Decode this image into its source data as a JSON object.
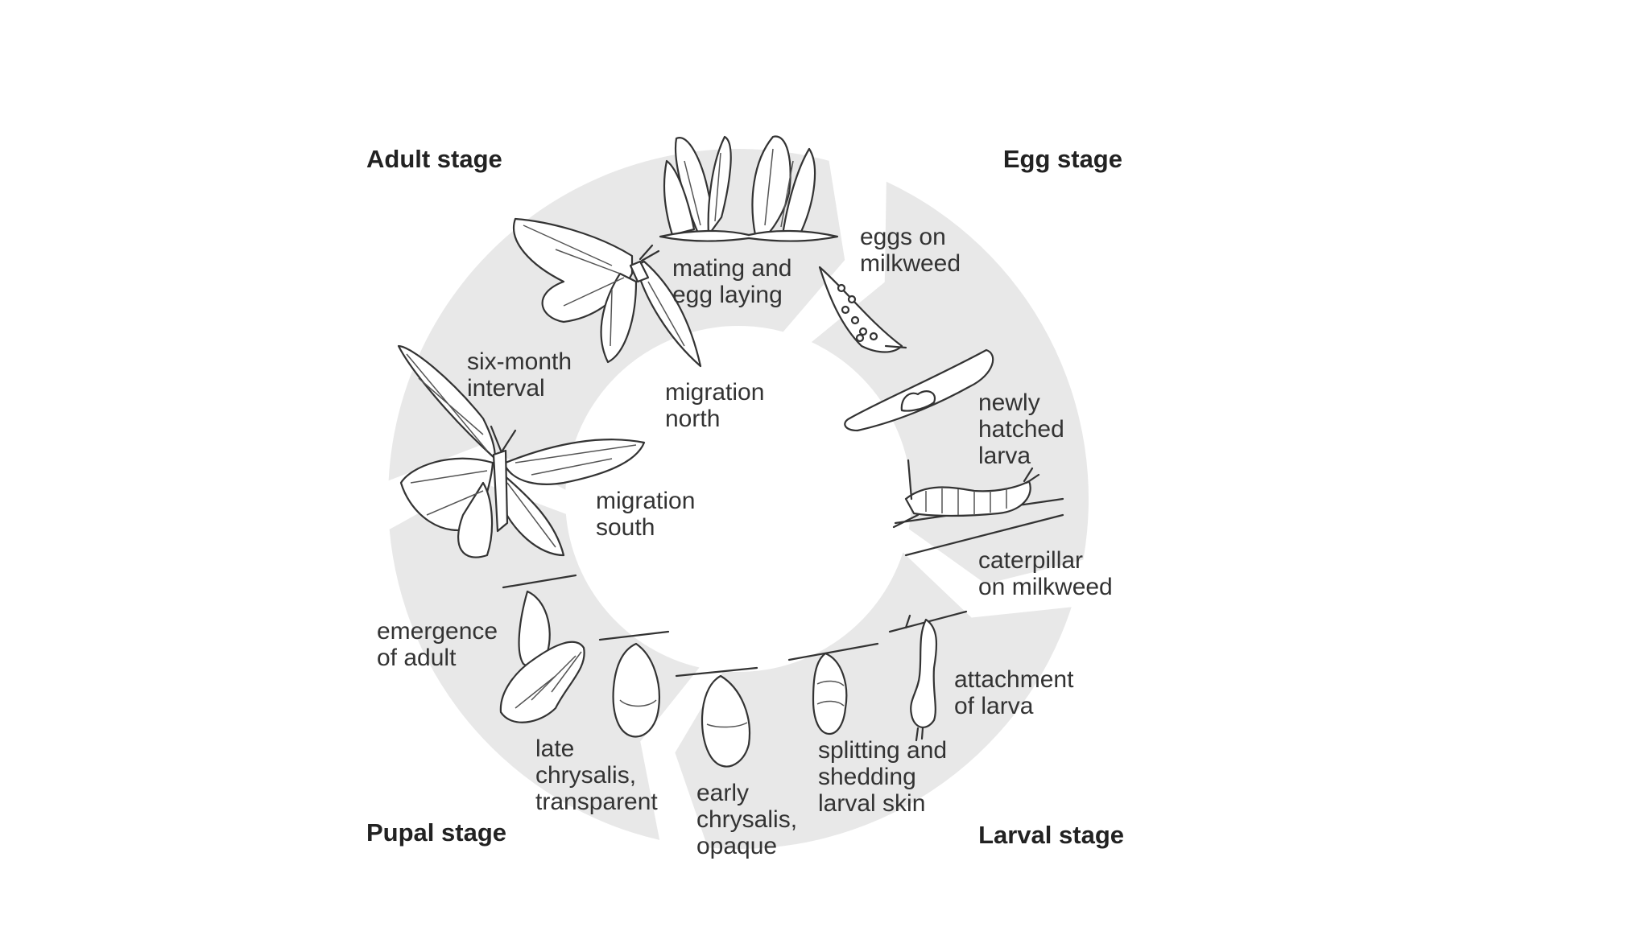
{
  "stages": {
    "adult": "Adult stage",
    "egg": "Egg stage",
    "pupal": "Pupal stage",
    "larval": "Larval stage"
  },
  "labels": {
    "mating": [
      "mating and",
      "egg laying"
    ],
    "eggs": [
      "eggs on",
      "milkweed"
    ],
    "six_month": [
      "six-month",
      "interval"
    ],
    "migration_north": [
      "migration",
      "north"
    ],
    "newly_hatched": [
      "newly",
      "hatched",
      "larva"
    ],
    "migration_south": [
      "migration",
      "south"
    ],
    "caterpillar": [
      "caterpillar",
      "on milkweed"
    ],
    "emergence": [
      "emergence",
      "of adult"
    ],
    "attachment": [
      "attachment",
      "of larva"
    ],
    "late_chrysalis": [
      "late",
      "chrysalis,",
      "transparent"
    ],
    "splitting": [
      "splitting and",
      "shedding",
      "larval skin"
    ],
    "early_chrysalis": [
      "early",
      "chrysalis,",
      "opaque"
    ]
  },
  "colors": {
    "ring": "#e8e8e8",
    "ink": "#333333",
    "text": "#333333",
    "background": "#ffffff"
  }
}
